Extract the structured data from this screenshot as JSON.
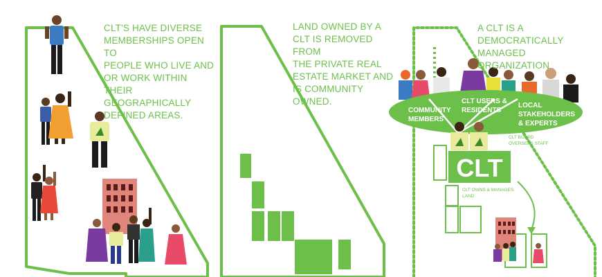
{
  "panels": [
    {
      "caption": "CLT'S HAVE DIVERSE\nMEMBERSHIPS OPEN TO\nPEOPLE WHO LIVE AND\nOR WORK WITHIN THEIR\nGEOGRAPHICALLY\nDEFINED AREAS."
    },
    {
      "caption": "LAND OWNED BY A\nCLT IS REMOVED FROM\nTHE PRIVATE REAL\nESTATE MARKET AND\nIS COMMUNITY OWNED."
    },
    {
      "caption": "A CLT IS A\nDEMOCRATICALLY\nMANAGED ORGANIZATION"
    }
  ],
  "organization": {
    "groups": [
      {
        "label_lines": [
          "COMMUNITY",
          "MEMBERS"
        ]
      },
      {
        "label_lines": [
          "CLT USERS &",
          "RESIDENTS"
        ]
      },
      {
        "label_lines": [
          "LOCAL",
          "STAKEHOLDERS",
          "& EXPERTS"
        ]
      }
    ],
    "board_note_lines": [
      "CLT BOARD",
      "OVERSEES STAFF"
    ],
    "logo_text": "CLT",
    "land_note_lines": [
      "CLT OWNS & MANAGES",
      "LAND"
    ]
  },
  "colors": {
    "accent_green": "#6cc04a",
    "label_white": "#ffffff",
    "building_pink": "#e0857a",
    "window_dark": "#5a1a1a"
  }
}
